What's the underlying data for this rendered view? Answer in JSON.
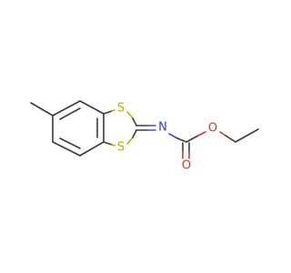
{
  "molecule": {
    "atoms": {
      "s_top": "S",
      "s_bottom": "S",
      "n": "N",
      "o_carbonyl": "O",
      "o_ester": "O"
    },
    "colors": {
      "bond": "#3b3b3b",
      "sulfur": "#b3b300",
      "nitrogen": "#2f3fd0",
      "oxygen": "#e0352b"
    }
  }
}
